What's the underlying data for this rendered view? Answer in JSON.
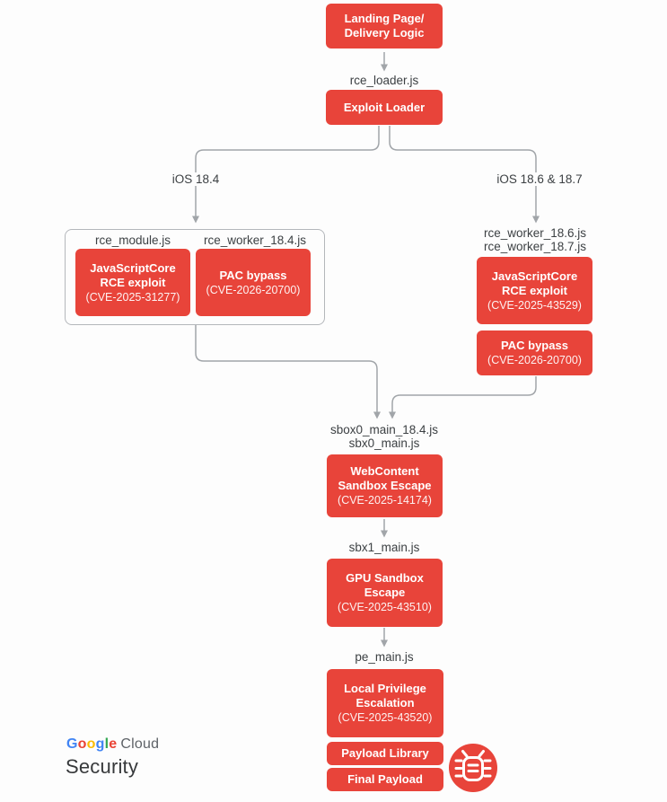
{
  "colors": {
    "box_red": "#E8443A",
    "connector_gray": "#A1A5A9",
    "label_gray": "#3C4043",
    "group_border": "#B4B7BB",
    "google_blue": "#4285F4",
    "google_red": "#EA4335",
    "google_yellow": "#FBBC04",
    "google_green": "#34A853",
    "cloud_gray": "#5F6368",
    "security_dark": "#37393B"
  },
  "nodes": {
    "landing_page": {
      "lines": [
        "Landing Page/",
        "Delivery Logic"
      ]
    },
    "exploit_loader": {
      "lines": [
        "Exploit Loader"
      ]
    },
    "jsc_rce_184": {
      "lines": [
        "JavaScriptCore",
        "RCE exploit"
      ],
      "cve": "(CVE-2025-31277)"
    },
    "pac_bypass_184": {
      "lines": [
        "PAC bypass"
      ],
      "cve": "(CVE-2026-20700)"
    },
    "jsc_rce_186": {
      "lines": [
        "JavaScriptCore",
        "RCE exploit"
      ],
      "cve": "(CVE-2025-43529)"
    },
    "pac_bypass_186": {
      "lines": [
        "PAC bypass"
      ],
      "cve": "(CVE-2026-20700)"
    },
    "webcontent_escape": {
      "lines": [
        "WebContent",
        "Sandbox Escape"
      ],
      "cve": "(CVE-2025-14174)"
    },
    "gpu_escape": {
      "lines": [
        "GPU Sandbox",
        "Escape"
      ],
      "cve": "(CVE-2025-43510)"
    },
    "lpe": {
      "lines": [
        "Local Privilege",
        "Escalation"
      ],
      "cve": "(CVE-2025-43520)"
    },
    "payload_library": {
      "lines": [
        "Payload Library"
      ]
    },
    "final_payload": {
      "lines": [
        "Final Payload"
      ]
    }
  },
  "file_labels": {
    "rce_loader": "rce_loader.js",
    "rce_module": "rce_module.js",
    "rce_worker_184": "rce_worker_18.4.js",
    "rce_worker_186": "rce_worker_18.6.js",
    "rce_worker_187": "rce_worker_18.7.js",
    "sbox0_main_184": "sbox0_main_18.4.js",
    "sbx0_main": "sbx0_main.js",
    "sbx1_main": "sbx1_main.js",
    "pe_main": "pe_main.js"
  },
  "branch_labels": {
    "left": "iOS 18.4",
    "right": "iOS 18.6 & 18.7"
  },
  "footer": {
    "google_letters": [
      {
        "ch": "G"
      },
      {
        "ch": "o"
      },
      {
        "ch": "o"
      },
      {
        "ch": "g"
      },
      {
        "ch": "l"
      },
      {
        "ch": "e"
      }
    ],
    "cloud": "Cloud",
    "security": "Security"
  },
  "icons": {
    "bug": "bug-icon"
  }
}
